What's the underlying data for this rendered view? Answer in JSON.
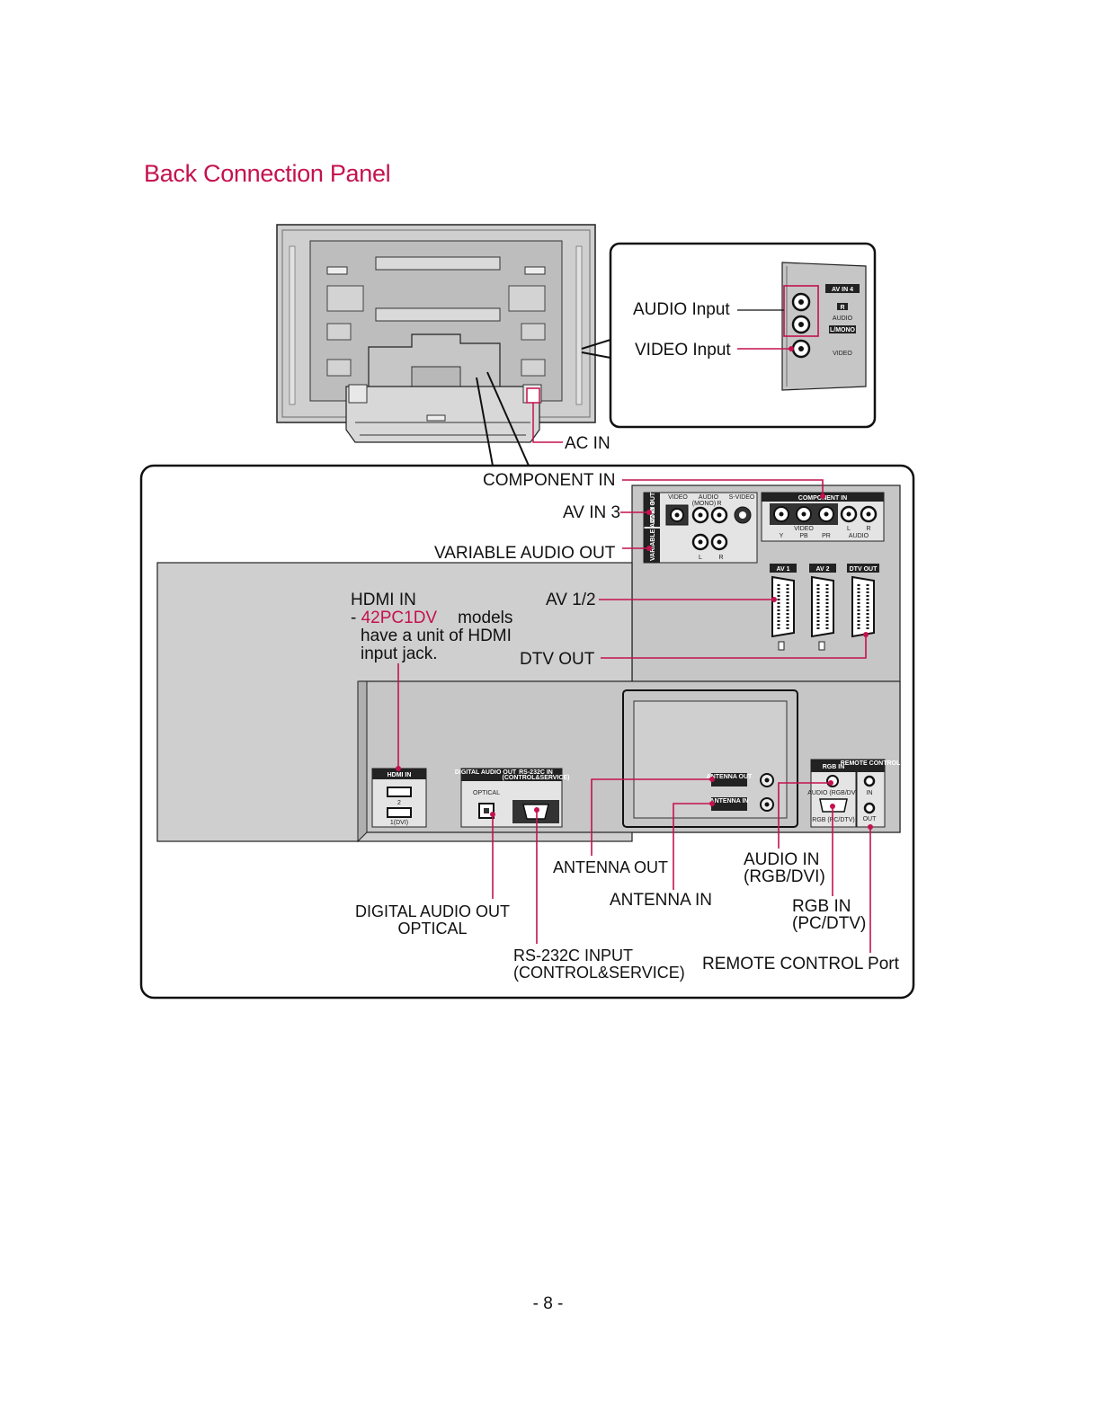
{
  "page": {
    "title": "Back Connection Panel",
    "page_number": "- 8 -"
  },
  "callouts": {
    "audio_input": "AUDIO Input",
    "video_input": "VIDEO Input",
    "ac_in": "AC IN",
    "component_in": "COMPONENT IN",
    "av_in_3": "AV IN 3",
    "variable_audio_out": "VARIABLE AUDIO OUT",
    "hdmi_in": "HDMI IN",
    "hdmi_note_prefix": "- ",
    "hdmi_model": "42PC1DV",
    "hdmi_note_models": "models",
    "hdmi_note_line2": "have a unit of HDMI",
    "hdmi_note_line3": "input jack.",
    "av_1_2": "AV 1/2",
    "dtv_out": "DTV OUT",
    "antenna_out": "ANTENNA OUT",
    "antenna_in": "ANTENNA IN",
    "audio_in_rgb_dvi_1": "AUDIO IN",
    "audio_in_rgb_dvi_2": "(RGB/DVI)",
    "rgb_in_1": "RGB IN",
    "rgb_in_2": "(PC/DTV)",
    "digital_audio_out_1": "DIGITAL AUDIO OUT",
    "digital_audio_out_2": "OPTICAL",
    "rs232c_1": "RS-232C INPUT",
    "rs232c_2": "(CONTROL&SERVICE)",
    "remote_control_port": "REMOTE CONTROL Port"
  },
  "panel_labels": {
    "av_in_4": "AV IN 4",
    "r": "R",
    "audio": "AUDIO",
    "l_mono": "L/MONO",
    "video": "VIDEO",
    "av3_tab": "AV IN 3",
    "video_small": "VIDEO",
    "audio_small": "AUDIO",
    "mono_small": "(MONO)",
    "l": "L",
    "s_video": "S-VIDEO",
    "component_in": "COMPONENT IN",
    "y": "Y",
    "pb": "PB",
    "pr": "PR",
    "variable_audio_out_tab": "VARIABLE AUDIO OUT",
    "av1": "AV 1",
    "av2": "AV 2",
    "dtv_out": "DTV OUT",
    "hdmi_in": "HDMI IN",
    "hdmi_2": "2",
    "hdmi_1_dvi": "1(DVI)",
    "digital_audio_out": "DIGITAL AUDIO OUT",
    "rs232c_in": "RS-232C IN",
    "control_service": "(CONTROL&SERVICE)",
    "optical": "OPTICAL",
    "antenna_out": "ANTENNA OUT",
    "antenna_in": "ANTENNA IN",
    "rgb_in": "RGB IN",
    "remote_control": "REMOTE CONTROL",
    "audio_rgb_dvi": "AUDIO (RGB/DVI)",
    "rgb_pc_dtv": "RGB (PC/DTV)",
    "in": "IN",
    "out": "OUT"
  },
  "colors": {
    "accent": "#c4124f",
    "panel_gray": "#c9c9c9",
    "tv_gray": "#cfcfcf",
    "outline": "#1a1a1a"
  }
}
